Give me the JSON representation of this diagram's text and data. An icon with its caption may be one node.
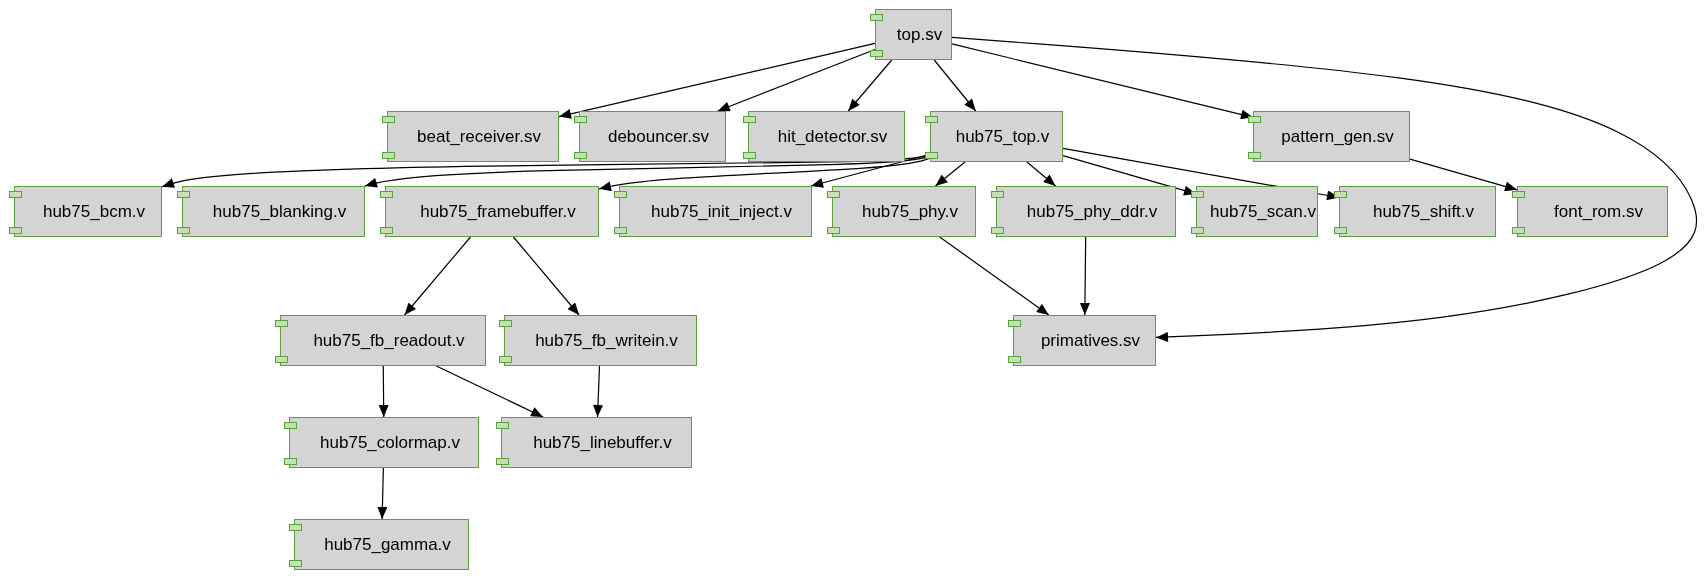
{
  "diagram": {
    "nodes": [
      {
        "text": [
          "top.sv"
        ]
      },
      {
        "text": [
          "beat_receiver.sv"
        ]
      },
      {
        "text": [
          "debouncer.sv"
        ]
      },
      {
        "text": [
          "hit_detector.sv"
        ]
      },
      {
        "text": [
          "hub75_top.v"
        ]
      },
      {
        "text": [
          "pattern_gen.sv"
        ]
      },
      {
        "text": [
          "hub75_bcm.v"
        ]
      },
      {
        "text": [
          "hub75_blanking.v"
        ]
      },
      {
        "text": [
          "hub75_framebuffer.v"
        ]
      },
      {
        "text": [
          "hub75_init_inject.v"
        ]
      },
      {
        "text": [
          "hub75_phy.v"
        ]
      },
      {
        "text": [
          "hub75_phy_ddr.v"
        ]
      },
      {
        "text": [
          "hub75_scan.v"
        ]
      },
      {
        "text": [
          "hub75_shift.v"
        ]
      },
      {
        "text": [
          "font_rom.sv"
        ]
      },
      {
        "text": [
          "hub75_fb_readout.v"
        ]
      },
      {
        "text": [
          "hub75_fb_writein.v"
        ]
      },
      {
        "text": [
          "primatives.sv"
        ]
      },
      {
        "text": [
          "hub75_colormap.v"
        ]
      },
      {
        "text": [
          "hub75_linebuffer.v"
        ]
      },
      {
        "text": [
          "hub75_gamma.v"
        ]
      }
    ],
    "edges": [
      {
        "from": 0,
        "to": 1,
        "arrow": "to"
      },
      {
        "from": 0,
        "to": 2,
        "arrow": "to"
      },
      {
        "from": 0,
        "to": 3,
        "arrow": "to"
      },
      {
        "from": 0,
        "to": 4,
        "arrow": "to"
      },
      {
        "from": 0,
        "to": 5,
        "arrow": "to"
      },
      {
        "from": 0,
        "to": 17,
        "arrow": "to"
      },
      {
        "from": 4,
        "to": 6,
        "arrow": "to"
      },
      {
        "from": 4,
        "to": 7,
        "arrow": "to"
      },
      {
        "from": 4,
        "to": 8,
        "arrow": "to"
      },
      {
        "from": 4,
        "to": 9,
        "arrow": "to"
      },
      {
        "from": 4,
        "to": 10,
        "arrow": "to"
      },
      {
        "from": 4,
        "to": 11,
        "arrow": "to"
      },
      {
        "from": 4,
        "to": 12,
        "arrow": "to"
      },
      {
        "from": 4,
        "to": 13,
        "arrow": "to"
      },
      {
        "from": 5,
        "to": 14,
        "arrow": "to"
      },
      {
        "from": 8,
        "to": 15,
        "arrow": "to"
      },
      {
        "from": 8,
        "to": 16,
        "arrow": "to"
      },
      {
        "from": 10,
        "to": 17,
        "arrow": "to"
      },
      {
        "from": 11,
        "to": 17,
        "arrow": "to"
      },
      {
        "from": 15,
        "to": 18,
        "arrow": "to"
      },
      {
        "from": 15,
        "to": 19,
        "arrow": "to"
      },
      {
        "from": 16,
        "to": 19,
        "arrow": "to"
      },
      {
        "from": 18,
        "to": 20,
        "arrow": "to"
      }
    ]
  }
}
